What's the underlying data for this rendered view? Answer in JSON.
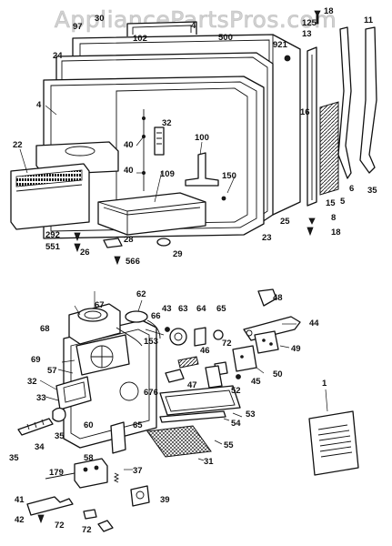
{
  "watermark": "AppliancePartsPros.com",
  "callouts": [
    {
      "id": "18a",
      "text": "18"
    },
    {
      "id": "97",
      "text": "97"
    },
    {
      "id": "30",
      "text": "30"
    },
    {
      "id": "102",
      "text": "102"
    },
    {
      "id": "4a",
      "text": "4"
    },
    {
      "id": "500",
      "text": "500"
    },
    {
      "id": "921",
      "text": "921"
    },
    {
      "id": "125",
      "text": "125"
    },
    {
      "id": "13",
      "text": "13"
    },
    {
      "id": "11",
      "text": "11"
    },
    {
      "id": "24",
      "text": "24"
    },
    {
      "id": "4b",
      "text": "4"
    },
    {
      "id": "32a",
      "text": "32"
    },
    {
      "id": "16",
      "text": "16"
    },
    {
      "id": "40a",
      "text": "40"
    },
    {
      "id": "100",
      "text": "100"
    },
    {
      "id": "22",
      "text": "22"
    },
    {
      "id": "40b",
      "text": "40"
    },
    {
      "id": "109",
      "text": "109"
    },
    {
      "id": "150",
      "text": "150"
    },
    {
      "id": "6",
      "text": "6"
    },
    {
      "id": "5",
      "text": "5"
    },
    {
      "id": "35a",
      "text": "35"
    },
    {
      "id": "15",
      "text": "15"
    },
    {
      "id": "25",
      "text": "25"
    },
    {
      "id": "8",
      "text": "8"
    },
    {
      "id": "292",
      "text": "292"
    },
    {
      "id": "28",
      "text": "28"
    },
    {
      "id": "23",
      "text": "23"
    },
    {
      "id": "18b",
      "text": "18"
    },
    {
      "id": "551",
      "text": "551"
    },
    {
      "id": "26",
      "text": "26"
    },
    {
      "id": "29",
      "text": "29"
    },
    {
      "id": "566",
      "text": "566"
    },
    {
      "id": "62",
      "text": "62"
    },
    {
      "id": "48",
      "text": "48"
    },
    {
      "id": "67",
      "text": "67"
    },
    {
      "id": "43",
      "text": "43"
    },
    {
      "id": "63",
      "text": "63"
    },
    {
      "id": "64",
      "text": "64"
    },
    {
      "id": "65",
      "text": "65"
    },
    {
      "id": "66",
      "text": "66"
    },
    {
      "id": "68",
      "text": "68"
    },
    {
      "id": "44",
      "text": "44"
    },
    {
      "id": "153",
      "text": "153"
    },
    {
      "id": "72a",
      "text": "72"
    },
    {
      "id": "46",
      "text": "46"
    },
    {
      "id": "49",
      "text": "49"
    },
    {
      "id": "69",
      "text": "69"
    },
    {
      "id": "57",
      "text": "57"
    },
    {
      "id": "45",
      "text": "45"
    },
    {
      "id": "50",
      "text": "50"
    },
    {
      "id": "32b",
      "text": "32"
    },
    {
      "id": "47",
      "text": "47"
    },
    {
      "id": "52",
      "text": "52"
    },
    {
      "id": "33",
      "text": "33"
    },
    {
      "id": "676",
      "text": "676"
    },
    {
      "id": "53",
      "text": "53"
    },
    {
      "id": "1",
      "text": "1"
    },
    {
      "id": "60",
      "text": "60"
    },
    {
      "id": "65b",
      "text": "65"
    },
    {
      "id": "54",
      "text": "54"
    },
    {
      "id": "35b",
      "text": "35"
    },
    {
      "id": "34",
      "text": "34"
    },
    {
      "id": "35c",
      "text": "35"
    },
    {
      "id": "55",
      "text": "55"
    },
    {
      "id": "58",
      "text": "58"
    },
    {
      "id": "31",
      "text": "31"
    },
    {
      "id": "179",
      "text": "179"
    },
    {
      "id": "37",
      "text": "37"
    },
    {
      "id": "41",
      "text": "41"
    },
    {
      "id": "39",
      "text": "39"
    },
    {
      "id": "42",
      "text": "42"
    },
    {
      "id": "72b",
      "text": "72"
    },
    {
      "id": "72c",
      "text": "72"
    }
  ]
}
